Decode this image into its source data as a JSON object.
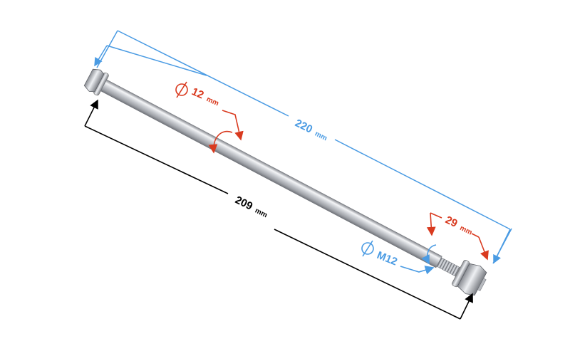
{
  "dimensions": {
    "overall_length": {
      "value": "220",
      "unit": "mm"
    },
    "shank_length": {
      "value": "209",
      "unit": "mm"
    },
    "shaft_diameter": {
      "value": "12",
      "unit": "mm"
    },
    "thread_size": {
      "value": "M12"
    },
    "thread_length": {
      "value": "29",
      "unit": "mm"
    }
  },
  "colors": {
    "overall_dimension": "#4a9be3",
    "shank_dimension": "#000000",
    "diameter_and_thread_dimension": "#d93a1f",
    "thread_callout": "#4a9be3",
    "metal_highlight": "#f2f3f5",
    "metal_shadow": "#8d9096"
  },
  "icons": {
    "diameter_symbol": "diameter-symbol-icon"
  }
}
